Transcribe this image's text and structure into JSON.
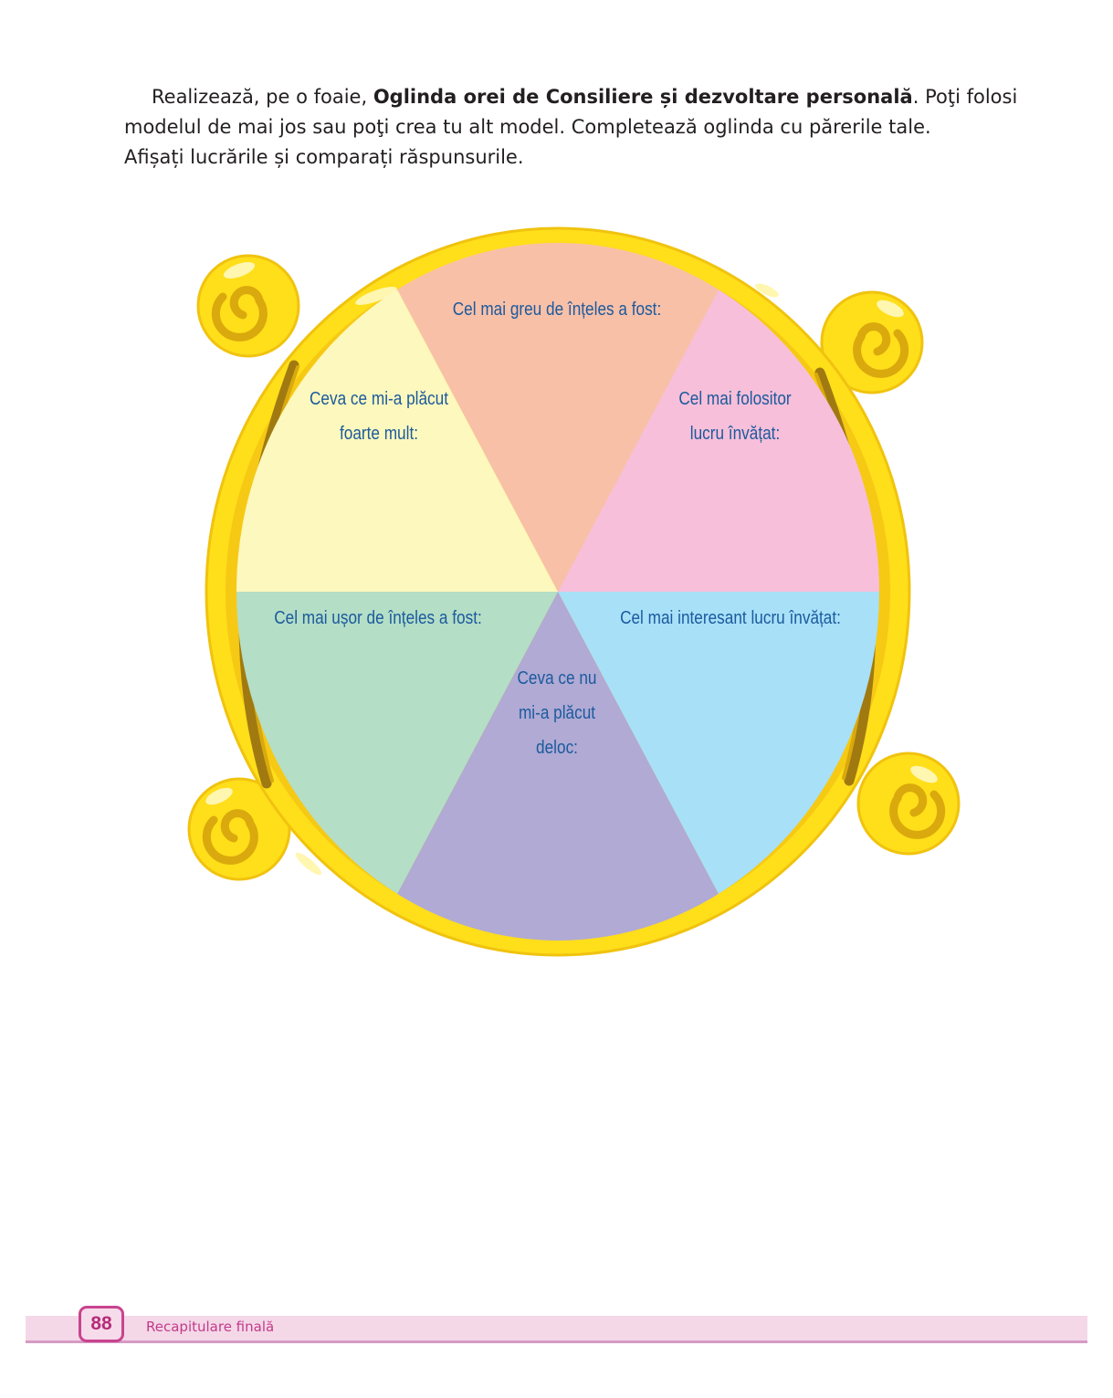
{
  "instructions": {
    "line1_pre": "Realizează, pe o foaie, ",
    "line1_bold": "Oglinda orei de Consiliere și dezvoltare personală",
    "line1_post": ". Poţi folosi modelul de mai jos sau poţi crea tu alt model. Completează oglinda cu părerile tale.",
    "line2": "Afișați lucrările și comparați răspunsurile."
  },
  "mirror": {
    "frame_color": "#ffde1a",
    "frame_dark": "#e8b80c",
    "segments": [
      {
        "color": "#f9c0a8",
        "label_lines": [
          "Cel mai greu de înțeles a fost:"
        ]
      },
      {
        "color": "#f7bfd9",
        "label_lines": [
          "Cel mai folositor",
          "lucru învățat:"
        ]
      },
      {
        "color": "#a8e0f8",
        "label_lines": [
          "Cel mai interesant lucru învățat:"
        ]
      },
      {
        "color": "#b0aad4",
        "label_lines": [
          "Ceva ce nu",
          "mi-a plăcut",
          "deloc:"
        ]
      },
      {
        "color": "#b4dec6",
        "label_lines": [
          "Cel mai ușor de înțeles a fost:"
        ]
      },
      {
        "color": "#fdf8bd",
        "label_lines": [
          "Ceva ce mi-a plăcut",
          "foarte mult:"
        ]
      }
    ]
  },
  "footer": {
    "page_number": "88",
    "title": "Recapitulare finală",
    "accent": "#c9438f"
  }
}
